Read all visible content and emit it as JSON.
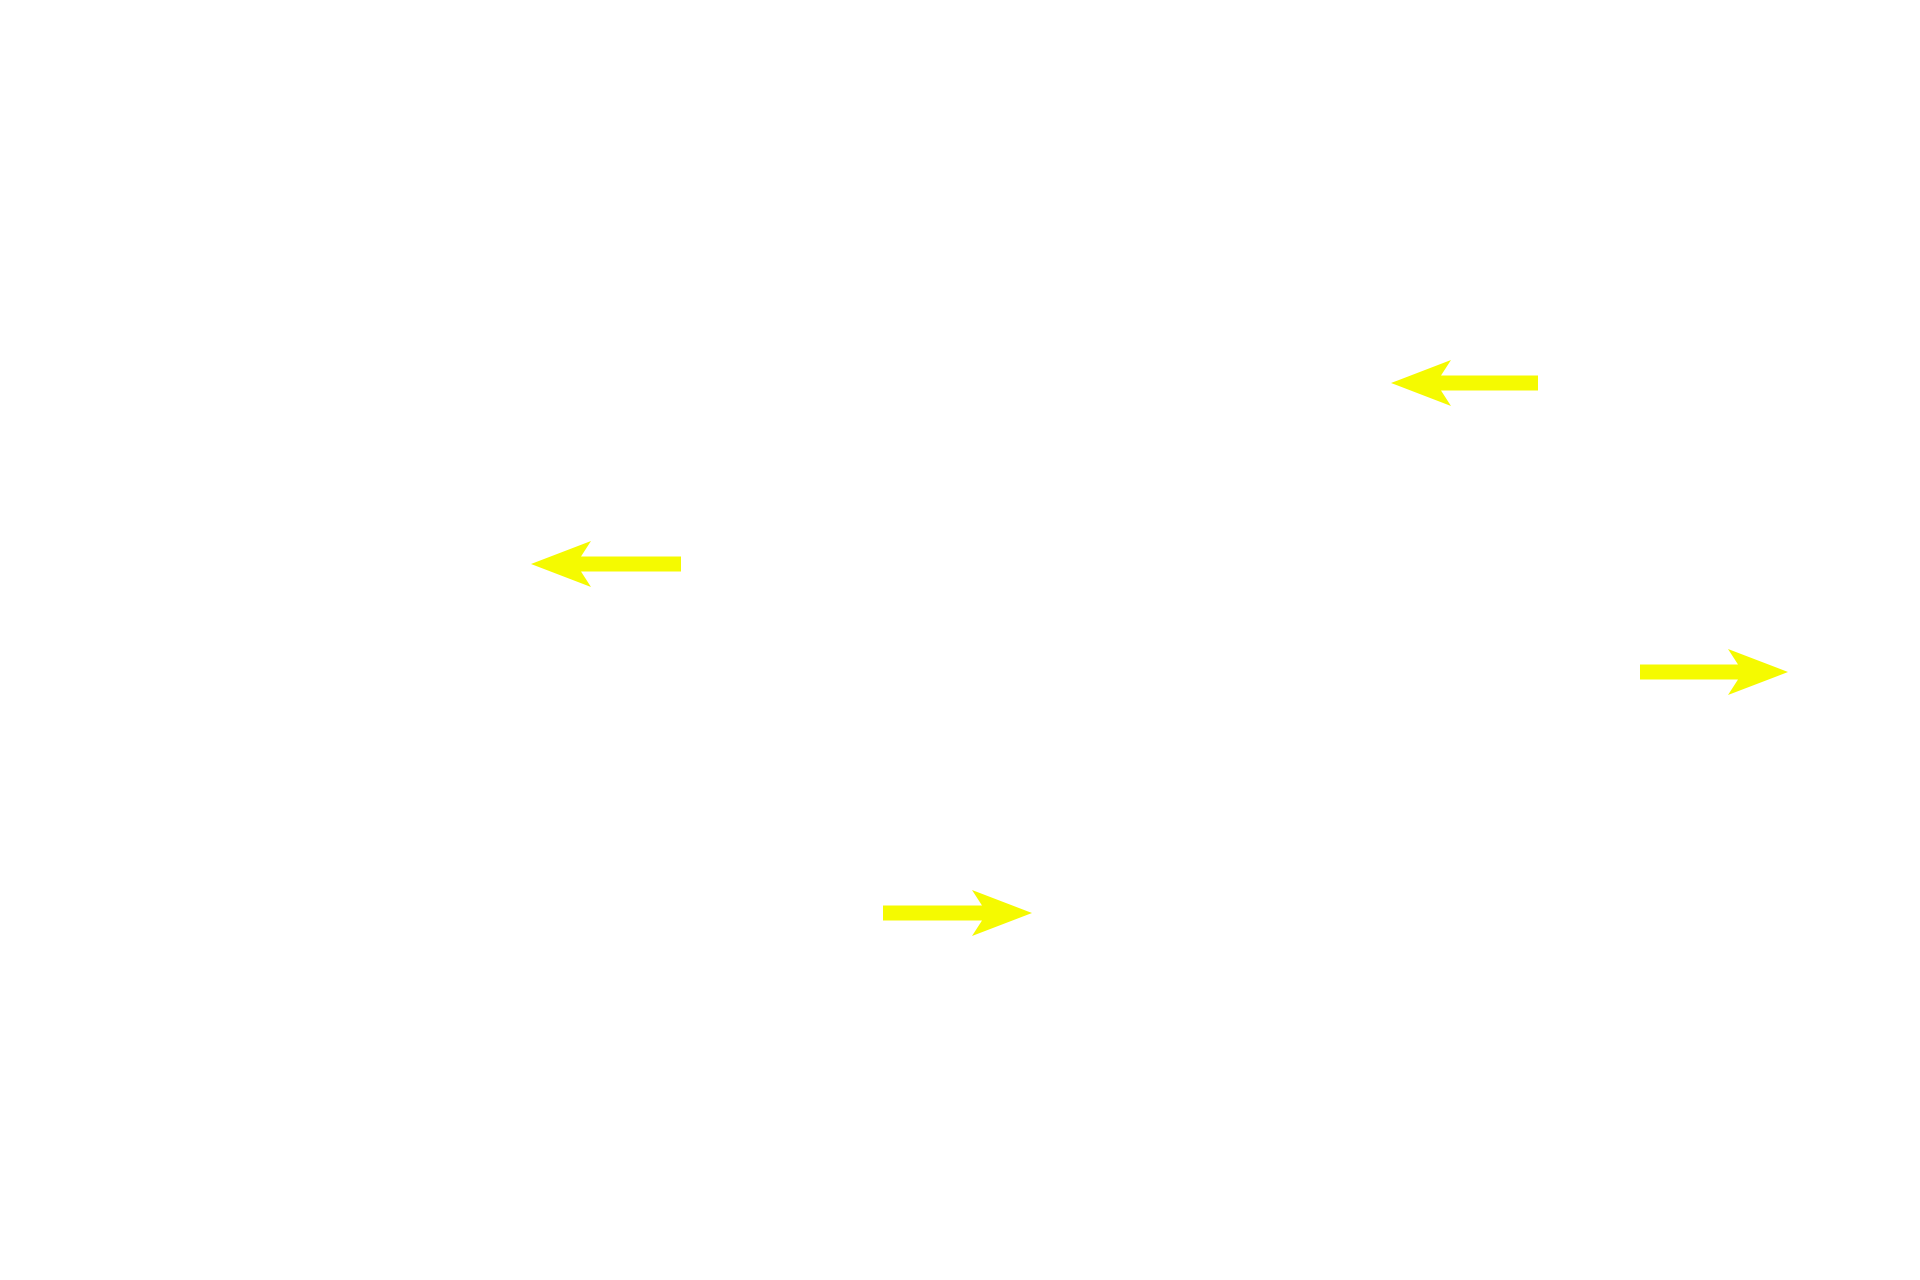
{
  "background_color": "#ffffff",
  "arrow_color": "#f5fa00",
  "arrows": [
    {
      "icon": "arrow-left-icon",
      "direction": "left"
    },
    {
      "icon": "arrow-left-icon",
      "direction": "left"
    },
    {
      "icon": "arrow-right-icon",
      "direction": "right"
    },
    {
      "icon": "arrow-right-icon",
      "direction": "right"
    }
  ]
}
